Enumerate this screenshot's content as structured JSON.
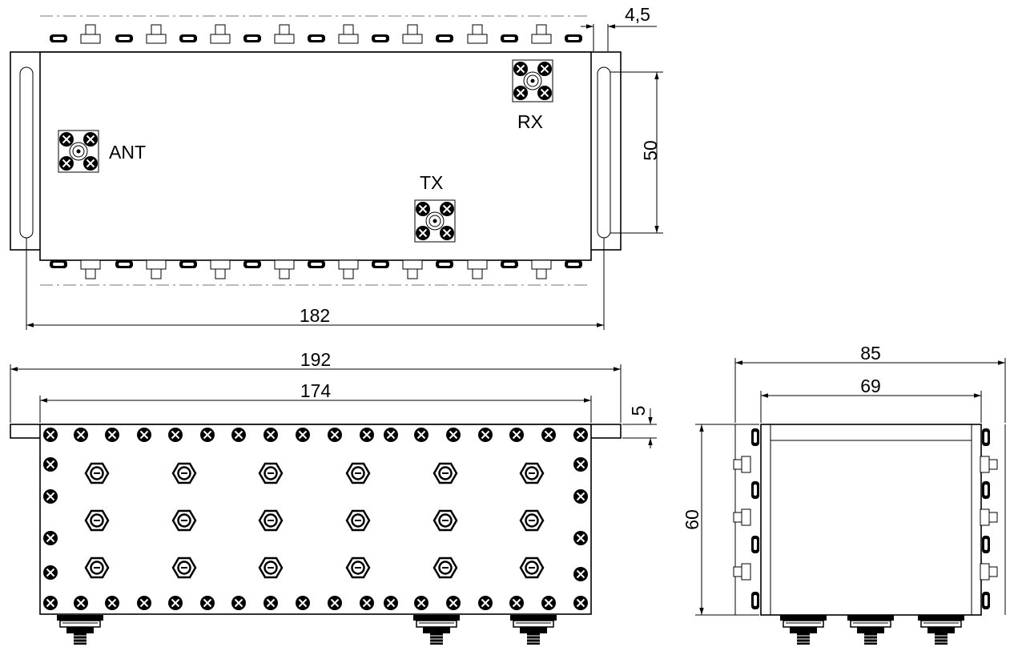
{
  "top_view": {
    "connectors": {
      "ant": "ANT",
      "rx": "RX",
      "tx": "TX"
    },
    "dimensions": {
      "ear_thickness": "4,5",
      "slot_spacing": "50",
      "slot_pitch": "182"
    }
  },
  "front_view": {
    "dimensions": {
      "flange_width": "192",
      "body_length": "174",
      "flange_thickness": "5"
    }
  },
  "side_view": {
    "dimensions": {
      "overall_width": "85",
      "body_width": "69",
      "height": "60"
    }
  },
  "colors": {
    "line": "#000000",
    "centerline": "#777777",
    "background": "#ffffff"
  },
  "icons": {
    "screw": "cross-screw-icon",
    "tuning": "hex-tuning-screw-icon",
    "connector": "sma-connector-icon"
  }
}
